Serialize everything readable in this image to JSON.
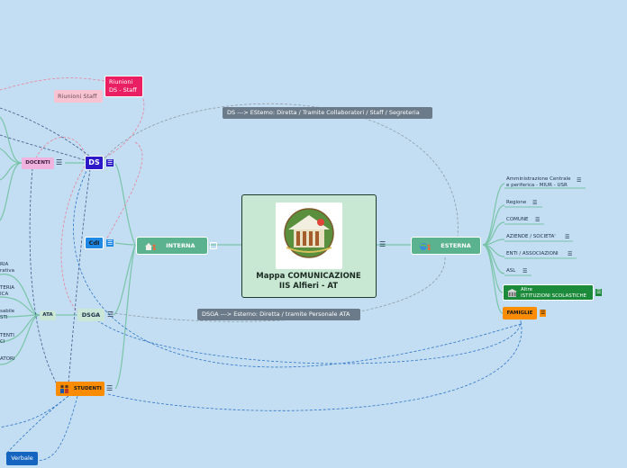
{
  "central": {
    "title_line1": "Mappa COMUNICAZIONE",
    "title_line2": "IIS Alfieri - AT",
    "logo_name": "school-logo"
  },
  "nodes": {
    "interna": "INTERNA",
    "esterna": "ESTERNA",
    "ds": "DS",
    "docenti": "DOCENTI",
    "cdi": "CdI",
    "ata": "ATA",
    "dsga": "DSGA",
    "studenti": "STUDENTI",
    "verbale": "Verbale",
    "riunioni_staff": "Riunioni Staff",
    "riunioni_ds_staff_1": "Riunioni",
    "riunioni_ds_staff_2": "DS - Staff"
  },
  "esterna_children": [
    {
      "label1": "Amministrazione Centrale",
      "label2": "e periferica - MIUR - USR"
    },
    {
      "label1": "Regione",
      "label2": ""
    },
    {
      "label1": "COMUNE",
      "label2": ""
    },
    {
      "label1": "AZIENDE / SOCIETA'",
      "label2": ""
    },
    {
      "label1": "ENTI / ASSOCIAZIONI",
      "label2": ""
    },
    {
      "label1": "ASL",
      "label2": ""
    }
  ],
  "altre": {
    "label1": "Altre",
    "label2": "ISTITUZIONI SCOLASTICHE"
  },
  "famiglie": "FAMIGLIE",
  "left_partial": [
    "RIA",
    "rativa",
    "TERIA",
    "ICA",
    "sabile",
    "STI",
    "TENTI",
    "CI",
    "ATORI"
  ],
  "notes": {
    "ds_esterno": "DS ---> EStemo: Diretta / Tramite Collaboratori / Staff / Segreteria",
    "dsga_esterno": "DSGA ---> Esterno: Diretta / tramite Personale ATA"
  },
  "colors": {
    "background": "#c3def2",
    "branch": "#79c4a8",
    "interna_bg": "#5ab28f",
    "ds_bg": "#2a18c9",
    "docenti_bg": "#f0b3e0",
    "riunioni_ds_staff_bg": "#e91e63",
    "riunioni_staff_bg": "#f8c4d2",
    "cdi_bg": "#1e88e5",
    "studenti_bg": "#fb8c00",
    "famiglie_bg": "#fb8c00",
    "altre_bg": "#1b8a3a",
    "verbale_bg": "#1565c0",
    "note_bg": "#6b7b8a"
  },
  "icons": {
    "interna": "house-people-icon",
    "esterna": "globe-people-icon",
    "studenti": "students-icon",
    "altre": "building-icon",
    "menu": "menu-icon"
  }
}
